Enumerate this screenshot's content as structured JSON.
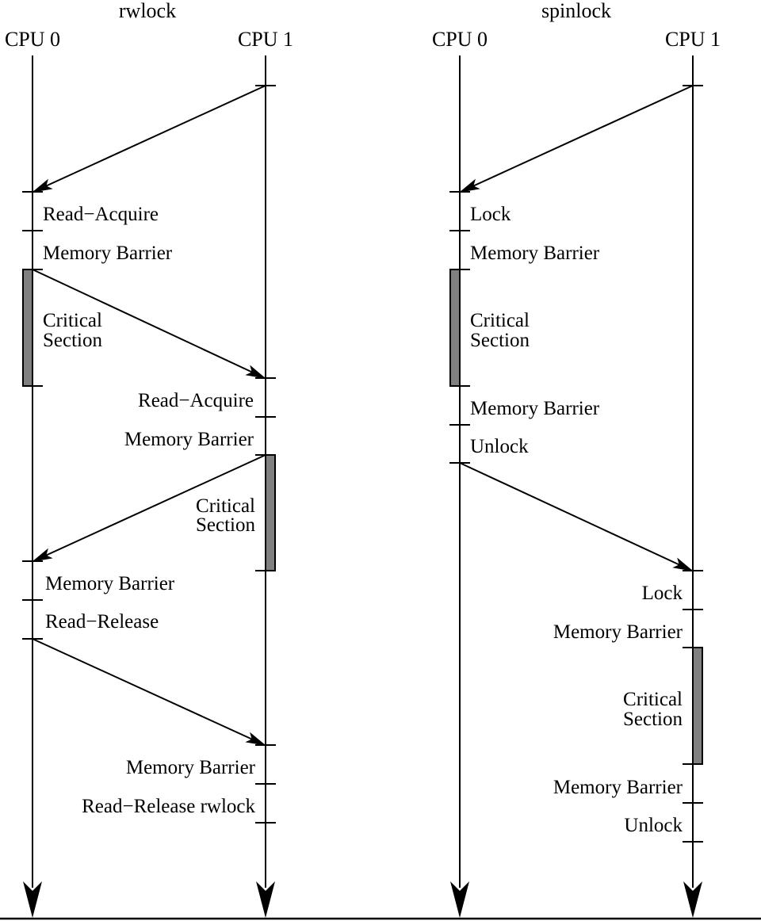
{
  "diagram": {
    "panels": [
      {
        "id": "rwlock",
        "title": "rwlock",
        "cpus": [
          {
            "id": "cpu0",
            "label": "CPU 0"
          },
          {
            "id": "cpu1",
            "label": "CPU 1"
          }
        ],
        "events": [
          {
            "cpu": "cpu1",
            "step": 0,
            "kind": "tick"
          },
          {
            "cpu": "cpu0",
            "step": 1,
            "label": "Read−Acquire"
          },
          {
            "cpu": "cpu0",
            "step": 2,
            "label": "Memory Barrier"
          },
          {
            "cpu": "cpu0",
            "step": 3,
            "label": "Critical Section",
            "critical": true
          },
          {
            "cpu": "cpu1",
            "step": 4,
            "label": "Read−Acquire"
          },
          {
            "cpu": "cpu1",
            "step": 5,
            "label": "Memory Barrier"
          },
          {
            "cpu": "cpu1",
            "step": 6,
            "label": "Critical Section",
            "critical": true
          },
          {
            "cpu": "cpu0",
            "step": 7,
            "label": "Memory Barrier"
          },
          {
            "cpu": "cpu0",
            "step": 8,
            "label": "Read−Release"
          },
          {
            "cpu": "cpu1",
            "step": 9,
            "label": "Memory Barrier"
          },
          {
            "cpu": "cpu1",
            "step": 10,
            "label": "Read−Release rwlock"
          }
        ],
        "messages": [
          {
            "from": "cpu1",
            "to": "cpu0",
            "desc": "CPU 1 to CPU 0 before Read-Acquire"
          },
          {
            "from": "cpu0",
            "to": "cpu1",
            "desc": "CPU 0 critical section start to CPU 1 Read-Acquire"
          },
          {
            "from": "cpu1",
            "to": "cpu0",
            "desc": "CPU 1 critical section start to CPU 0 Memory Barrier"
          },
          {
            "from": "cpu0",
            "to": "cpu1",
            "desc": "CPU 0 Read-Release to CPU 1 Memory Barrier"
          }
        ]
      },
      {
        "id": "spinlock",
        "title": "spinlock",
        "cpus": [
          {
            "id": "cpu0",
            "label": "CPU 0"
          },
          {
            "id": "cpu1",
            "label": "CPU 1"
          }
        ],
        "events": [
          {
            "cpu": "cpu1",
            "step": 0,
            "kind": "tick"
          },
          {
            "cpu": "cpu0",
            "step": 1,
            "label": "Lock"
          },
          {
            "cpu": "cpu0",
            "step": 2,
            "label": "Memory Barrier"
          },
          {
            "cpu": "cpu0",
            "step": 3,
            "label": "Critical Section",
            "critical": true
          },
          {
            "cpu": "cpu0",
            "step": 4,
            "label": "Memory Barrier"
          },
          {
            "cpu": "cpu0",
            "step": 5,
            "label": "Unlock"
          },
          {
            "cpu": "cpu1",
            "step": 6,
            "label": "Lock"
          },
          {
            "cpu": "cpu1",
            "step": 7,
            "label": "Memory Barrier"
          },
          {
            "cpu": "cpu1",
            "step": 8,
            "label": "Critical Section",
            "critical": true
          },
          {
            "cpu": "cpu1",
            "step": 9,
            "label": "Memory Barrier"
          },
          {
            "cpu": "cpu1",
            "step": 10,
            "label": "Unlock"
          }
        ],
        "messages": [
          {
            "from": "cpu1",
            "to": "cpu0",
            "desc": "CPU 1 to CPU 0 before Lock"
          },
          {
            "from": "cpu0",
            "to": "cpu1",
            "desc": "CPU 0 Unlock to CPU 1 Lock"
          }
        ]
      }
    ],
    "labels": {
      "rwlock_title": "rwlock",
      "spinlock_title": "spinlock",
      "cpu0": "CPU 0",
      "cpu1": "CPU 1",
      "read_acquire": "Read−Acquire",
      "memory_barrier": "Memory Barrier",
      "critical": "Critical",
      "section": "Section",
      "read_release": "Read−Release",
      "read_release_rwlock": "Read−Release rwlock",
      "lock": "Lock",
      "unlock": "Unlock"
    },
    "colors": {
      "line": "#000000",
      "critical_section_fill": "#808080",
      "background": "#ffffff"
    }
  }
}
